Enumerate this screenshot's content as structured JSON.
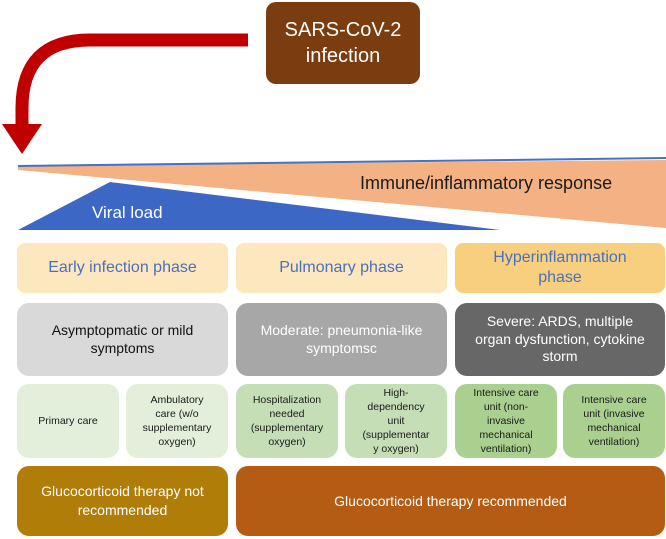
{
  "top": {
    "label": "SARS-CoV-2\ninfection"
  },
  "gradients": {
    "immune": "Immune/inflammatory response",
    "viral": "Viral load"
  },
  "phases": [
    {
      "label": "Early infection phase"
    },
    {
      "label": "Pulmonary phase"
    },
    {
      "label": "Hyperinflammation\nphase"
    }
  ],
  "severity": [
    {
      "label": "Asymptopmatic or mild\nsymptoms"
    },
    {
      "label": "Moderate: pneumonia-like\nsymptomsc"
    },
    {
      "label": "Severe: ARDS, multiple\norgan dysfunction, cytokine\nstorm"
    }
  ],
  "care": [
    {
      "label": "Primary care"
    },
    {
      "label": "Ambulatory\ncare (w/o\nsupplementary\noxygen)"
    },
    {
      "label": "Hospitalization\nneeded\n(supplementary\noxygen)"
    },
    {
      "label": "High-\ndependency\nunit\n(supplementar\ny oxygen)"
    },
    {
      "label": "Intensive care\nunit (non-\ninvasive\nmechanical\nventilation)"
    },
    {
      "label": "Intensive care\nunit (invasive\nmechanical\nventilation)"
    }
  ],
  "glucocorticoid": {
    "not_recommended": "Glucocorticoid therapy not\nrecommended",
    "recommended": "Glucocorticoid therapy recommended"
  },
  "colors": {
    "arrow": "#c00000",
    "infection_box": "#7b3d10",
    "immune_wedge": "#f4b183",
    "viral_wedge": "#3d67c4",
    "phase_fill": "#fde7be",
    "hyper_fill": "#f8cf7e",
    "mild": "#d9d9d9",
    "moderate": "#a7a7a7",
    "severe": "#676767",
    "gc_not": "#b07d08",
    "gc_yes": "#b45c14"
  }
}
